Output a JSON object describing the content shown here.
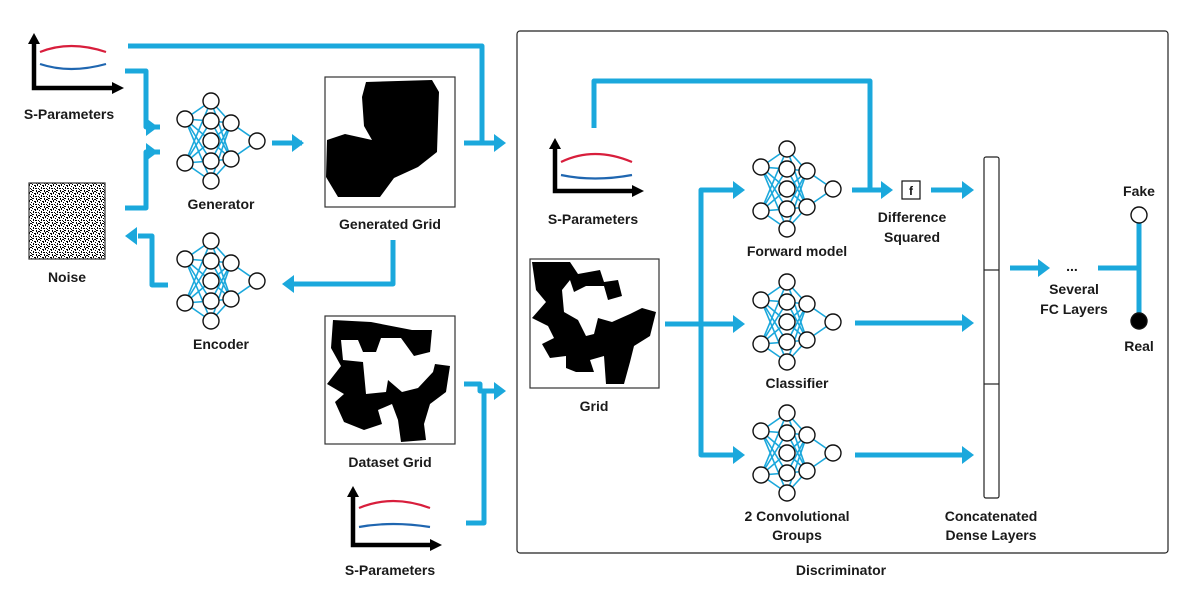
{
  "colors": {
    "flow": "#1ba8dc",
    "curve_red": "#d81e3c",
    "curve_blue": "#1f66b0",
    "ink": "#111111",
    "frame": "#222222"
  },
  "labels": {
    "s_params_top": "S-Parameters",
    "noise": "Noise",
    "generator": "Generator",
    "encoder": "Encoder",
    "generated_grid": "Generated Grid",
    "dataset_grid": "Dataset Grid",
    "s_params_bottom": "S-Parameters",
    "s_params_disc": "S-Parameters",
    "grid": "Grid",
    "forward_model": "Forward model",
    "classifier": "Classifier",
    "conv_groups_line1": "2 Convolutional",
    "conv_groups_line2": "Groups",
    "function_box": "f",
    "difference_line1": "Difference",
    "difference_line2": "Squared",
    "concat_line1": "Concatenated",
    "concat_line2": "Dense Layers",
    "ellipsis": "...",
    "fc_line1": "Several",
    "fc_line2": "FC Layers",
    "fake": "Fake",
    "real": "Real",
    "discriminator": "Discriminator"
  }
}
